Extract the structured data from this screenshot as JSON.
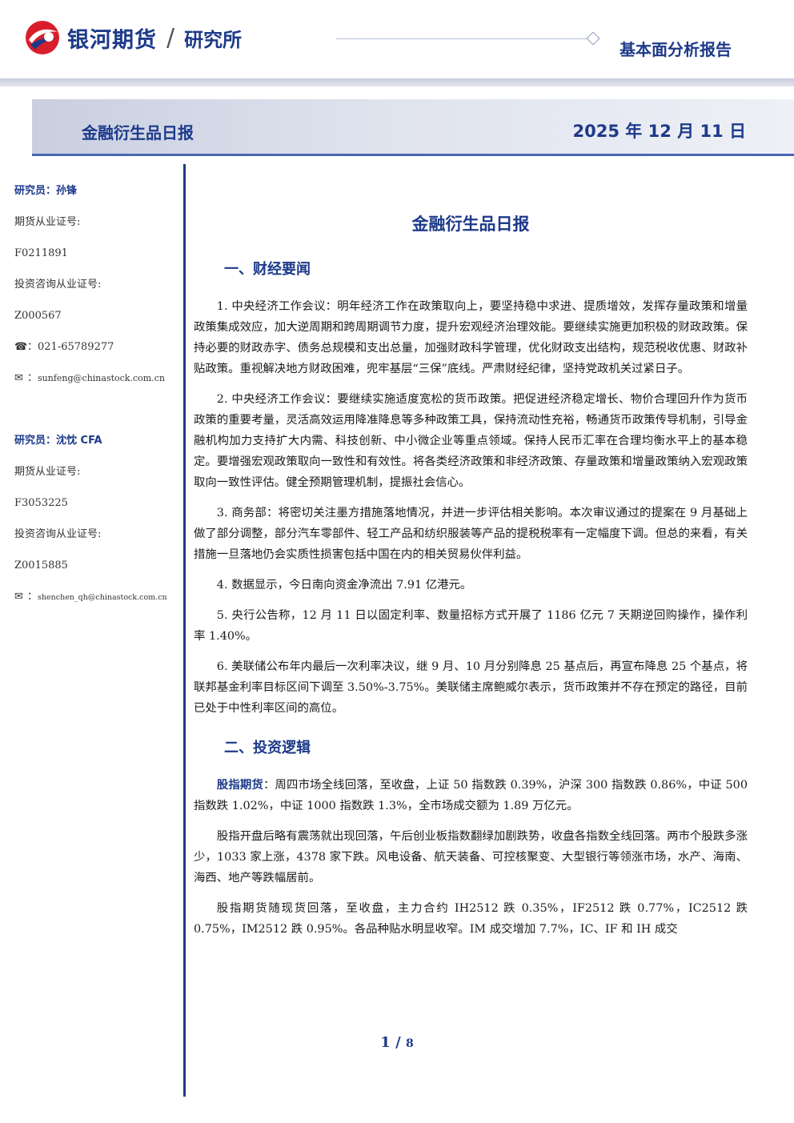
{
  "header": {
    "company": "银河期货",
    "slash": "/",
    "institute": "研究所",
    "report_type": "基本面分析报告"
  },
  "banner": {
    "title": "金融衍生品日报",
    "date": "2025 年 12 月 11 日"
  },
  "sidebar": {
    "researcher1": {
      "name": "研究员：孙锋",
      "license_label": "期货从业证号:",
      "license": "F0211891",
      "consult_label": "投资咨询从业证号:",
      "consult": "Z000567",
      "phone": "021-65789277",
      "email": "sunfeng@chinastock.com.cn"
    },
    "researcher2": {
      "name": "研究员：沈忱 CFA",
      "license_label": "期货从业证号:",
      "license": "F3053225",
      "consult_label": "投资咨询从业证号:",
      "consult": "Z0015885",
      "email": "shenchen_qh@chinastock.com.cn"
    },
    "phone_icon": "phone-icon",
    "email_icon": "email-icon"
  },
  "main": {
    "title": "金融衍生品日报",
    "section1": "一、财经要闻",
    "news": [
      "1. 中央经济工作会议：明年经济工作在政策取向上，要坚持稳中求进、提质增效，发挥存量政策和增量政策集成效应，加大逆周期和跨周期调节力度，提升宏观经济治理效能。要继续实施更加积极的财政政策。保持必要的财政赤字、债务总规模和支出总量，加强财政科学管理，优化财政支出结构，规范税收优惠、财政补贴政策。重视解决地方财政困难，兜牢基层“三保”底线。严肃财经纪律，坚持党政机关过紧日子。",
      "2. 中央经济工作会议：要继续实施适度宽松的货币政策。把促进经济稳定增长、物价合理回升作为货币政策的重要考量，灵活高效运用降准降息等多种政策工具，保持流动性充裕，畅通货币政策传导机制，引导金融机构加力支持扩大内需、科技创新、中小微企业等重点领域。保持人民币汇率在合理均衡水平上的基本稳定。要增强宏观政策取向一致性和有效性。将各类经济政策和非经济政策、存量政策和增量政策纳入宏观政策取向一致性评估。健全预期管理机制，提振社会信心。",
      "3. 商务部：将密切关注墨方措施落地情况，并进一步评估相关影响。本次审议通过的提案在 9 月基础上做了部分调整，部分汽车零部件、轻工产品和纺织服装等产品的提税税率有一定幅度下调。但总的来看，有关措施一旦落地仍会实质性损害包括中国在内的相关贸易伙伴利益。",
      "4. 数据显示，今日南向资金净流出 7.91 亿港元。",
      "5. 央行公告称，12 月 11 日以固定利率、数量招标方式开展了 1186 亿元 7 天期逆回购操作，操作利率 1.40%。",
      "6. 美联储公布年内最后一次利率决议，继 9 月、10 月分别降息 25 基点后，再宣布降息 25 个基点，将联邦基金利率目标区间下调至 3.50%-3.75%。美联储主席鲍威尔表示，货币政策并不存在预定的路径，目前已处于中性利率区间的高位。"
    ],
    "section2": "二、投资逻辑",
    "logic_lead": "股指期货",
    "logic_lead_sep": "：",
    "logic_p1": "周四市场全线回落，至收盘，上证 50 指数跌 0.39%，沪深 300 指数跌 0.86%，中证 500 指数跌 1.02%，中证 1000 指数跌 1.3%，全市场成交额为 1.89 万亿元。",
    "logic_p2": "股指开盘后略有震荡就出现回落，午后创业板指数翻绿加剧跌势，收盘各指数全线回落。两市个股跌多涨少，1033 家上涨，4378 家下跌。风电设备、航天装备、可控核聚变、大型银行等领涨市场，水产、海南、海西、地产等跌幅居前。",
    "logic_p3": "股指期货随现货回落，至收盘，主力合约 IH2512 跌 0.35%，IF2512 跌 0.77%，IC2512 跌 0.75%，IM2512 跌 0.95%。各品种贴水明显收窄。IM 成交增加 7.7%，IC、IF 和 IH 成交"
  },
  "footer": {
    "page": "1",
    "sep": " / ",
    "total": "8"
  },
  "colors": {
    "brand": "#1d3a8a",
    "logo_red": "#d81e2b"
  }
}
